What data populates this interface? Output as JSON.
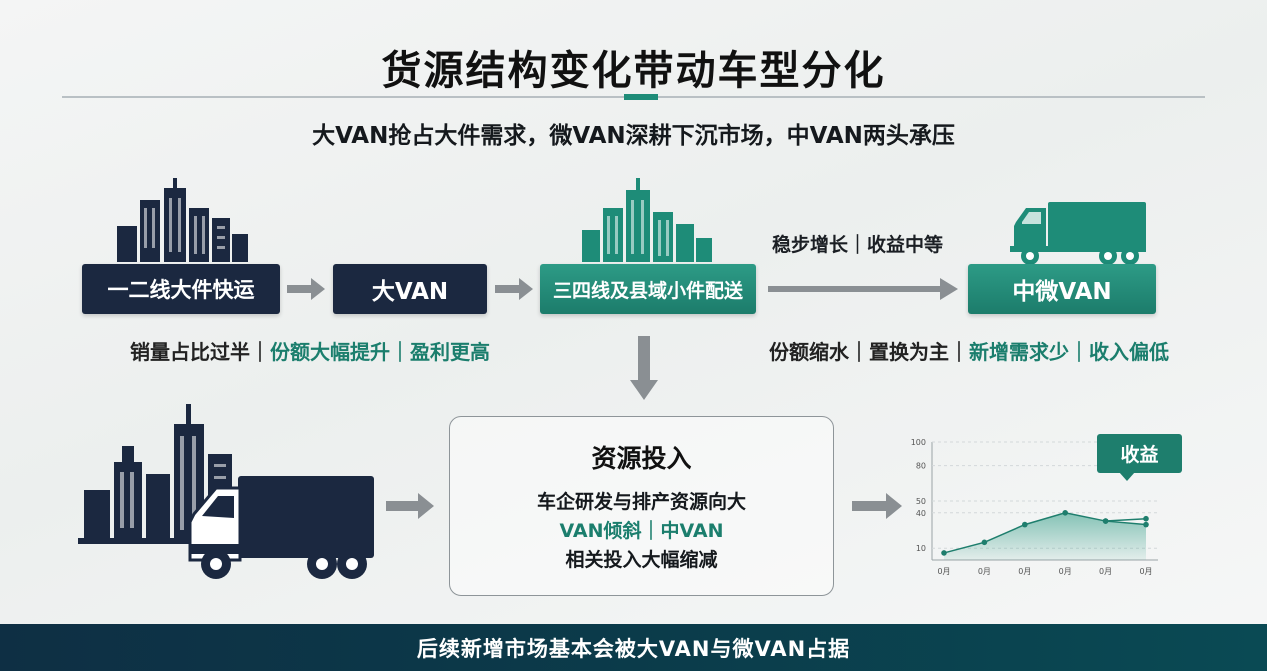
{
  "header": {
    "title": "货源结构变化带动车型分化",
    "subtitle": "大VAN抢占大件需求，微VAN深耕下沉市场，中VAN两头承压"
  },
  "flow": {
    "box1": "一二线大件快运",
    "box2": "大VAN",
    "box3": "三四线及县域小件配送",
    "box4": "中微VAN",
    "growth_note": "稳步增长｜收益中等",
    "left_note": {
      "part1": "销量占比过半｜",
      "part2": "份额大幅提升｜",
      "part3": "盈利更高"
    },
    "right_note": {
      "part1": "份额缩水｜置换为主｜",
      "part2": "新增需求少",
      "part3": "｜收入偏低"
    }
  },
  "panel": {
    "title": "资源投入",
    "line1": "车企研发与排产资源向大",
    "line2": "VAN倾斜｜中VAN",
    "line3": "相关投入大幅缩减"
  },
  "chart_badge": "收益",
  "chart_data": {
    "type": "area",
    "title": "",
    "ylim": [
      0,
      100
    ],
    "yticks": [
      10,
      40,
      50,
      80,
      100
    ],
    "categories": [
      "0月",
      "0月",
      "0月",
      "0月",
      "0月",
      "0月"
    ],
    "series": [
      {
        "values": [
          6,
          15,
          30,
          40,
          33,
          30
        ]
      },
      {
        "values": [
          null,
          null,
          null,
          null,
          33,
          35
        ]
      }
    ],
    "grid": true
  },
  "footer": {
    "text": "后续新增市场基本会被大VAN与微VAN占据"
  },
  "colors": {
    "navy": "#1b2840",
    "teal": "#1e8c78",
    "arrow": "#8a8f93"
  }
}
